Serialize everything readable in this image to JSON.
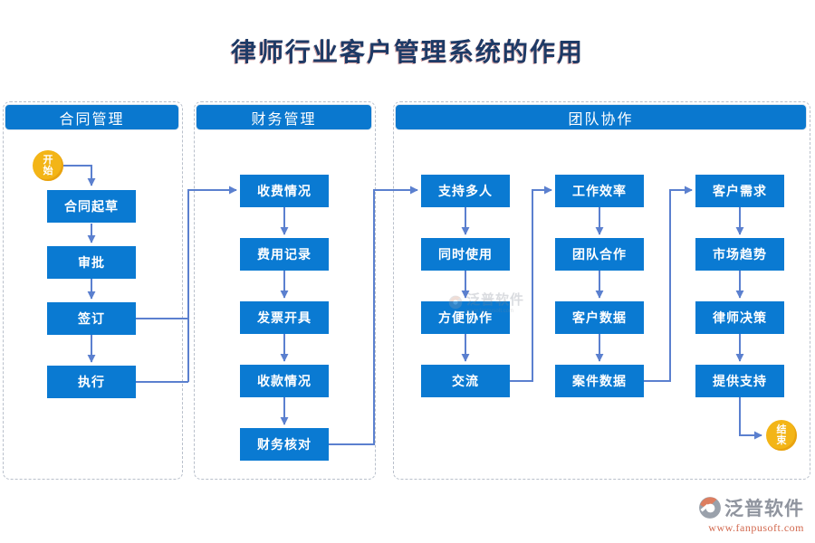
{
  "title": "律师行业客户管理系统的作用",
  "sections": [
    {
      "label": "合同管理"
    },
    {
      "label": "财务管理"
    },
    {
      "label": "团队协作"
    }
  ],
  "flow": {
    "start_label": "开始",
    "end_label": "结束",
    "contract_steps": [
      "合同起草",
      "审批",
      "签订",
      "执行"
    ],
    "finance_steps": [
      "收费情况",
      "费用记录",
      "发票开具",
      "收款情况",
      "财务核对"
    ],
    "team_col1": [
      "支持多人",
      "同时使用",
      "方便协作",
      "交流"
    ],
    "team_col2": [
      "工作效率",
      "团队合作",
      "客户数据",
      "案件数据"
    ],
    "team_col3": [
      "客户需求",
      "市场趋势",
      "律师决策",
      "提供支持"
    ]
  },
  "branding": {
    "watermark": "泛普软件",
    "logo_text": "泛普软件",
    "website": "www.fanpusoft.com"
  },
  "colors": {
    "box_blue": "#0a7ad2",
    "header_blue": "#0a78cf",
    "connector": "#5b80cf",
    "circle_yellow": "#f3b517",
    "title_navy": "#1e3a66"
  }
}
